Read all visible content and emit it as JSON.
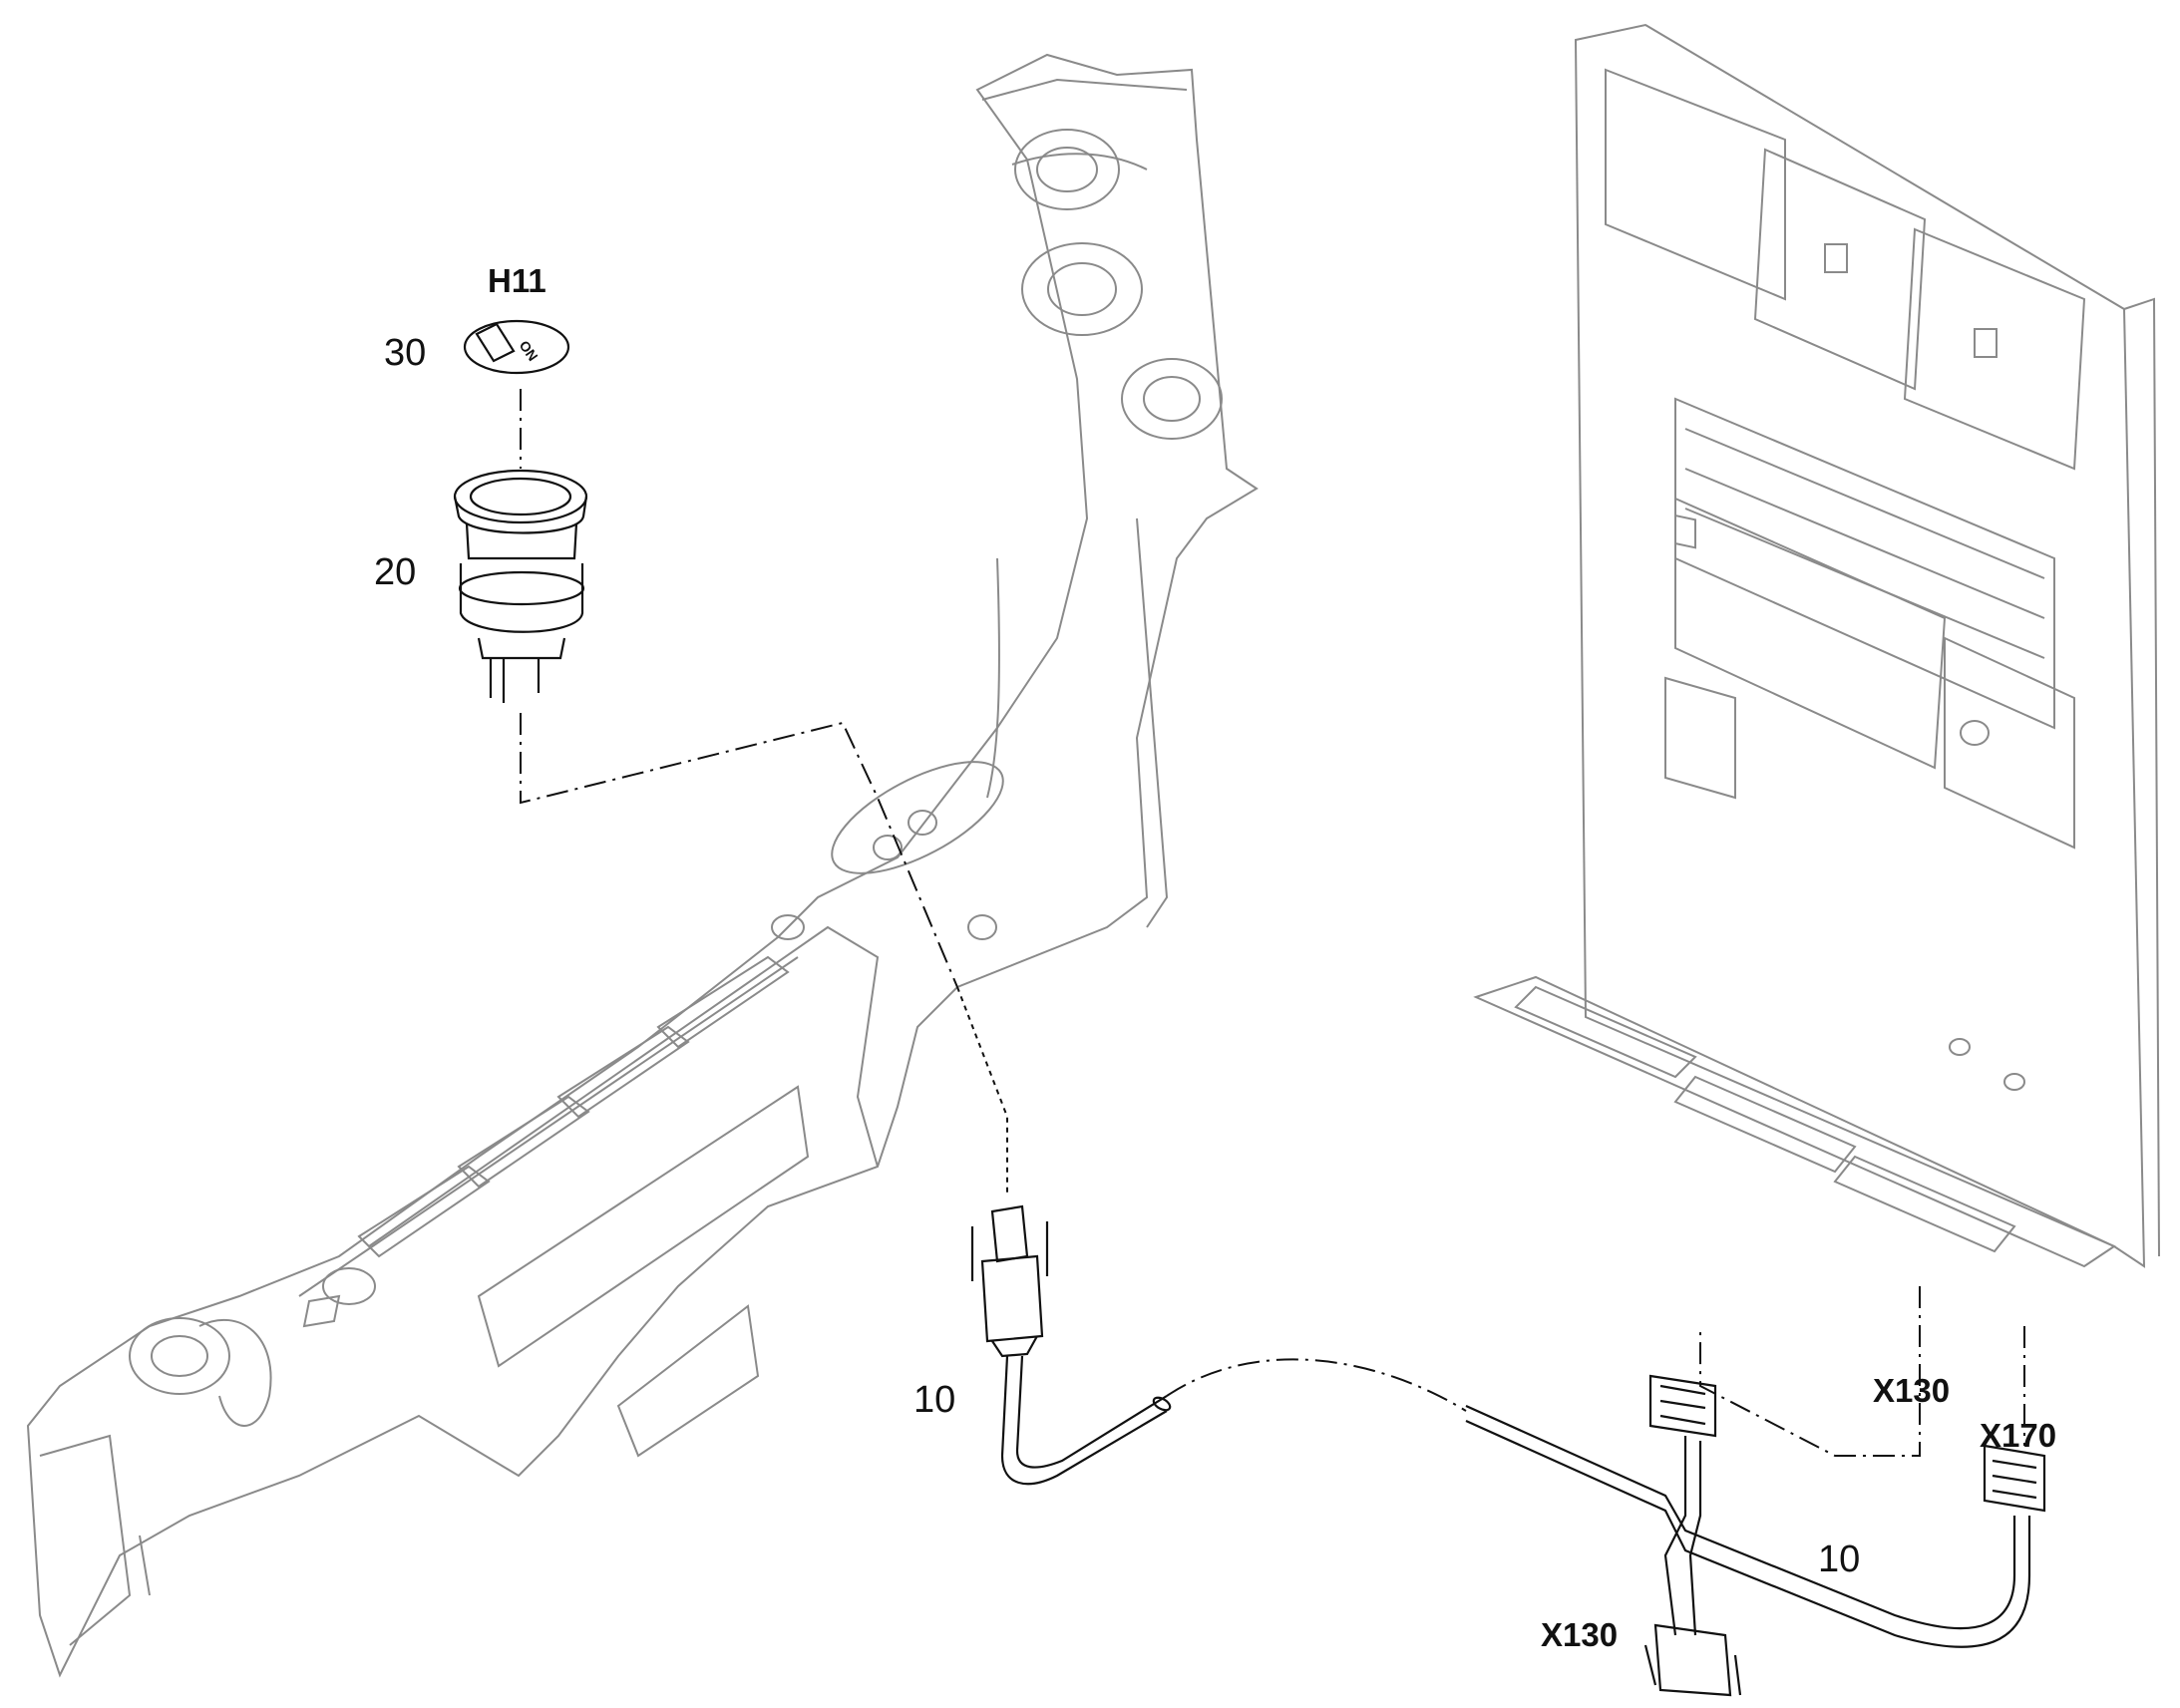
{
  "labels": {
    "h11": "H11",
    "item30": "30",
    "item20": "20",
    "item10_left": "10",
    "item10_right": "10",
    "x130_top": "X130",
    "x130_bottom": "X130",
    "x170": "X170",
    "on_symbol_text": "ON"
  },
  "colors": {
    "line_light": "#8a8a8a",
    "line_dark": "#111111",
    "background": "#ffffff"
  },
  "icons": {
    "switch": "push-switch-icon",
    "symbol_plate": "on-symbol-plate-icon",
    "connector": "multi-pin-connector-icon"
  }
}
